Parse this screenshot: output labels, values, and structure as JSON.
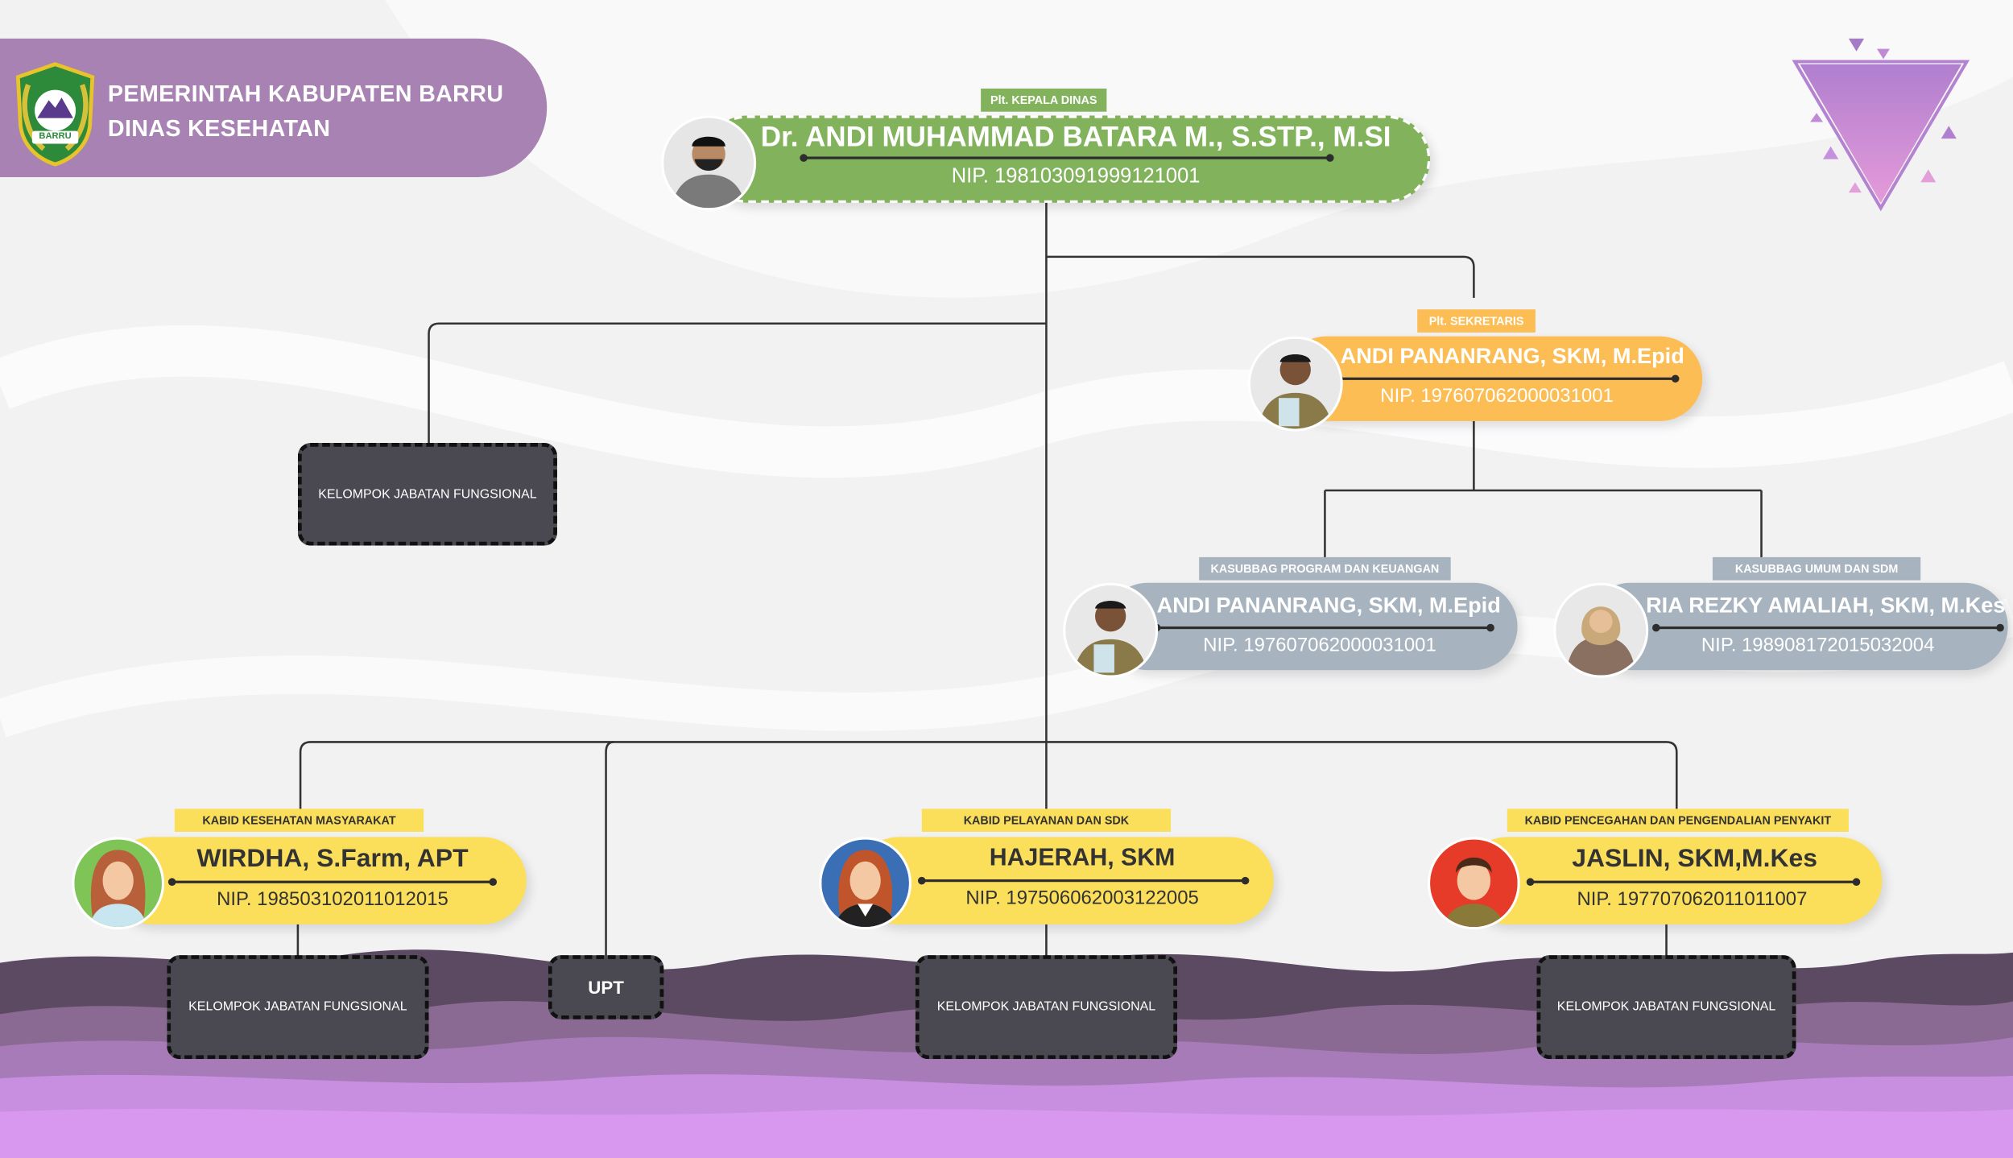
{
  "header": {
    "line1": "PEMERINTAH KABUPATEN BARRU",
    "line2": "DINAS KESEHATAN",
    "logo_text": "BARRU"
  },
  "colors": {
    "header_bg": "#a882b2",
    "head_green": "#82b35c",
    "secretary_orange": "#fcbd55",
    "kasubbag_grey": "#a7b3bf",
    "kabid_yellow": "#fbdf5b",
    "dark_box": "#4a4850"
  },
  "kepala": {
    "role": "Plt. KEPALA DINAS",
    "name": "Dr. ANDI MUHAMMAD BATARA M., S.STP., M.SI",
    "nip": "NIP. 198103091999121001"
  },
  "sekretaris": {
    "role": "Plt. SEKRETARIS",
    "name": "ANDI PANANRANG, SKM, M.Epid",
    "nip": "NIP. 197607062000031001"
  },
  "kasubbag_program": {
    "role": "KASUBBAG PROGRAM DAN KEUANGAN",
    "name": "ANDI PANANRANG, SKM, M.Epid",
    "nip": "NIP. 197607062000031001"
  },
  "kasubbag_umum": {
    "role": "KASUBBAG UMUM DAN SDM",
    "name": "RIA REZKY AMALIAH, SKM, M.Kes",
    "nip": "NIP. 198908172015032004"
  },
  "kabid_kesmas": {
    "role": "KABID KESEHATAN MASYARAKAT",
    "name": "WIRDHA, S.Farm, APT",
    "nip": "NIP. 198503102011012015"
  },
  "kabid_yankes": {
    "role": "KABID PELAYANAN DAN SDK",
    "name": "HAJERAH, SKM",
    "nip": "NIP. 197506062003122005"
  },
  "kabid_p2p": {
    "role": "KABID PENCEGAHAN DAN PENGENDALIAN PENYAKIT",
    "name": "JASLIN, SKM,M.Kes",
    "nip": "NIP. 197707062011011007"
  },
  "boxes": {
    "fungsional_top": "KELOMPOK JABATAN FUNGSIONAL",
    "fungsional_kesmas": "KELOMPOK JABATAN FUNGSIONAL",
    "upt": "UPT",
    "fungsional_yankes": "KELOMPOK JABATAN FUNGSIONAL",
    "fungsional_p2p": "KELOMPOK JABATAN FUNGSIONAL"
  }
}
